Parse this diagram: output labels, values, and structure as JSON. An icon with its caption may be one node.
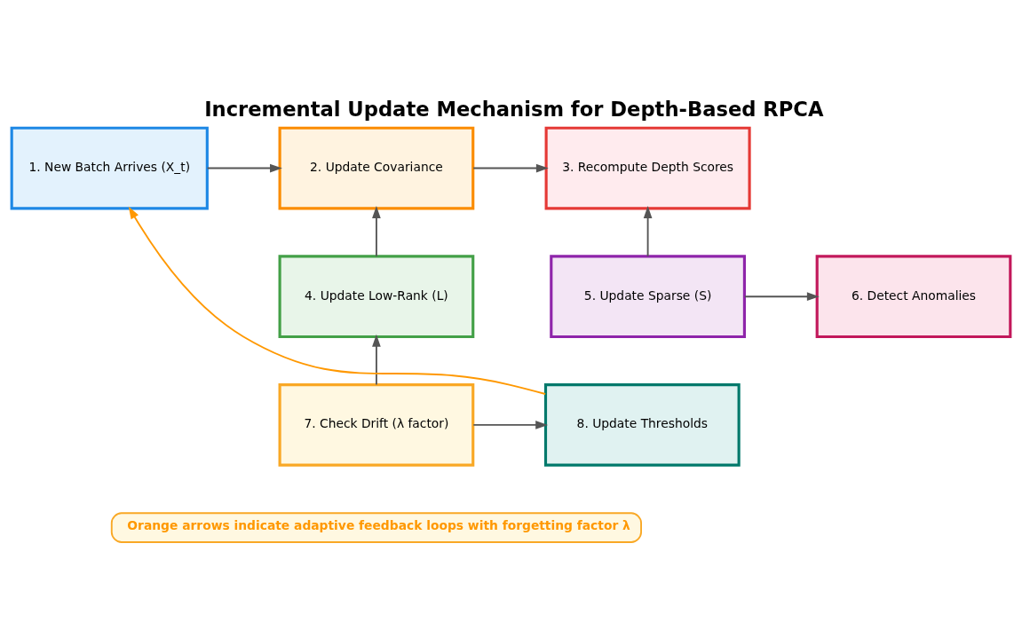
{
  "diagram": {
    "title": "Incremental Update Mechanism for Depth-Based RPCA",
    "caption": "Orange arrows indicate adaptive feedback loops with forgetting factor λ",
    "nodes": [
      {
        "text": [
          "1. New Batch Arrives (X_t)"
        ]
      },
      {
        "text": [
          "2. Update Covariance"
        ]
      },
      {
        "text": [
          "3. Recompute Depth Scores"
        ]
      },
      {
        "text": [
          "4. Update Low-Rank (L)"
        ]
      },
      {
        "text": [
          "5. Update Sparse (S)"
        ]
      },
      {
        "text": [
          "6. Detect Anomalies"
        ]
      },
      {
        "text": [
          "7. Check Drift (λ factor)"
        ]
      },
      {
        "text": [
          "8. Update Thresholds"
        ]
      }
    ],
    "edges": [
      {
        "from": 0,
        "to": 1,
        "arrow": "to"
      },
      {
        "from": 1,
        "to": 2,
        "arrow": "to"
      },
      {
        "from": 3,
        "to": 1,
        "arrow": "to"
      },
      {
        "from": 4,
        "to": 2,
        "arrow": "to"
      },
      {
        "from": 4,
        "to": 5,
        "arrow": "to"
      },
      {
        "from": 6,
        "to": 3,
        "arrow": "to"
      },
      {
        "from": 6,
        "to": 7,
        "arrow": "to"
      },
      {
        "from": 7,
        "to": 0,
        "arrow": "to",
        "color": "#ff9800"
      }
    ]
  }
}
